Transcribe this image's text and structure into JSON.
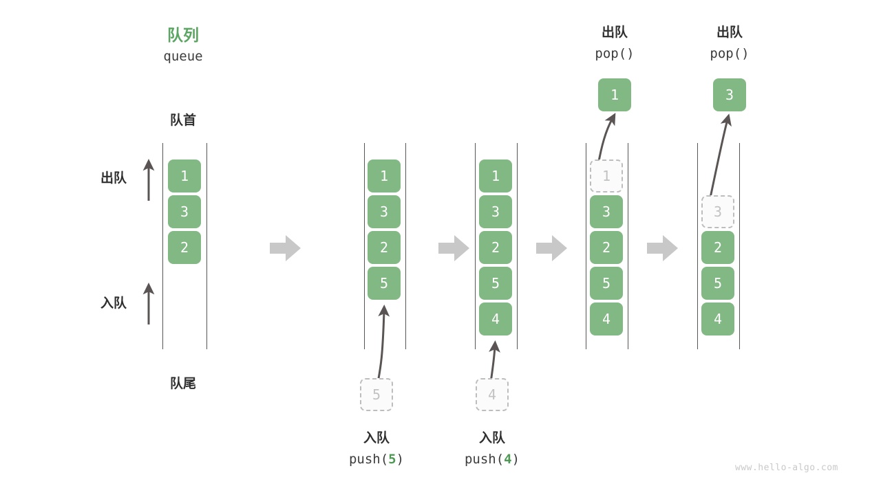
{
  "diagram": {
    "title_cn": "队列",
    "title_en": "queue",
    "head_label": "队首",
    "tail_label": "队尾",
    "dequeue_label": "出队",
    "enqueue_label": "入队",
    "accent_green": "#5ba562",
    "cell_green": "#82b884",
    "rail_color": "#555555",
    "arrow_gray": "#c8c8c8",
    "thin_arrow": "#5a5454",
    "watermark": "www.hello-algo.com"
  },
  "columns": [
    {
      "id": "initial",
      "cells": [
        {
          "value": "1",
          "state": "filled"
        },
        {
          "value": "3",
          "state": "filled"
        },
        {
          "value": "2",
          "state": "filled"
        }
      ]
    },
    {
      "id": "after-push-5",
      "cells": [
        {
          "value": "1",
          "state": "filled"
        },
        {
          "value": "3",
          "state": "filled"
        },
        {
          "value": "2",
          "state": "filled"
        },
        {
          "value": "5",
          "state": "filled"
        }
      ],
      "op_cn": "入队",
      "op_code_prefix": "push(",
      "op_code_num": "5",
      "op_code_suffix": ")",
      "incoming": {
        "value": "5",
        "state": "ghost"
      }
    },
    {
      "id": "after-push-4",
      "cells": [
        {
          "value": "1",
          "state": "filled"
        },
        {
          "value": "3",
          "state": "filled"
        },
        {
          "value": "2",
          "state": "filled"
        },
        {
          "value": "5",
          "state": "filled"
        },
        {
          "value": "4",
          "state": "filled"
        }
      ],
      "op_cn": "入队",
      "op_code_prefix": "push(",
      "op_code_num": "4",
      "op_code_suffix": ")",
      "incoming": {
        "value": "4",
        "state": "ghost"
      }
    },
    {
      "id": "after-pop-1",
      "cells": [
        {
          "value": "1",
          "state": "ghost"
        },
        {
          "value": "3",
          "state": "filled"
        },
        {
          "value": "2",
          "state": "filled"
        },
        {
          "value": "5",
          "state": "filled"
        },
        {
          "value": "4",
          "state": "filled"
        }
      ],
      "op_cn": "出队",
      "op_code_prefix": "pop(",
      "op_code_num": "",
      "op_code_suffix": ")",
      "popped": {
        "value": "1",
        "state": "filled"
      }
    },
    {
      "id": "after-pop-3",
      "cells": [
        {
          "value": "",
          "state": "empty"
        },
        {
          "value": "3",
          "state": "ghost"
        },
        {
          "value": "2",
          "state": "filled"
        },
        {
          "value": "5",
          "state": "filled"
        },
        {
          "value": "4",
          "state": "filled"
        }
      ],
      "op_cn": "出队",
      "op_code_prefix": "pop(",
      "op_code_num": "",
      "op_code_suffix": ")",
      "popped": {
        "value": "3",
        "state": "filled"
      }
    }
  ]
}
